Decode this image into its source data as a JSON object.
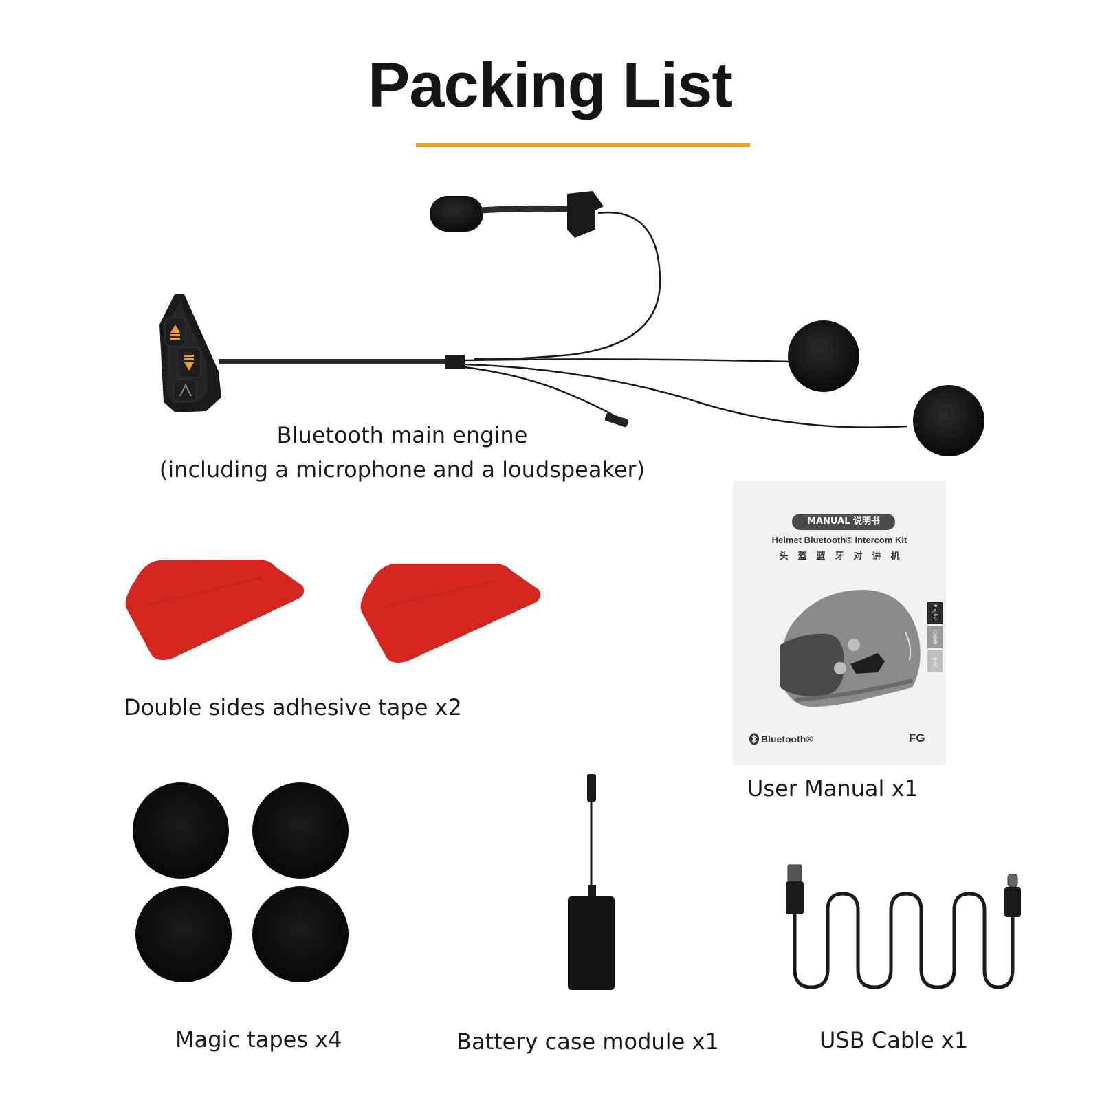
{
  "page": {
    "title": "Packing List",
    "accent_color": "#f0a020"
  },
  "items": {
    "main_engine": {
      "label_line1": "Bluetooth main engine",
      "label_line2": "(including a microphone and a loudspeaker)"
    },
    "adhesive_tape": {
      "label": "Double sides adhesive tape x2",
      "color": "#d4261e"
    },
    "user_manual": {
      "label": "User Manual x1",
      "badge": "MANUAL 说明书",
      "subtitle": "Helmet Bluetooth® Intercom Kit",
      "subtitle_cn": "头盔蓝牙对讲机",
      "tab_labels": [
        "English",
        "日本语",
        "中文"
      ],
      "brand": "Bluetooth®",
      "model": "FG"
    },
    "magic_tapes": {
      "label": "Magic tapes x4"
    },
    "battery_case": {
      "label": "Battery case module x1"
    },
    "usb_cable": {
      "label": "USB Cable x1"
    }
  },
  "icons": [
    "microphone-icon",
    "speaker-icon",
    "control-unit-icon",
    "adhesive-tape-icon",
    "magic-tape-icon",
    "battery-box-icon",
    "usb-cable-icon",
    "bluetooth-icon",
    "helmet-icon"
  ]
}
